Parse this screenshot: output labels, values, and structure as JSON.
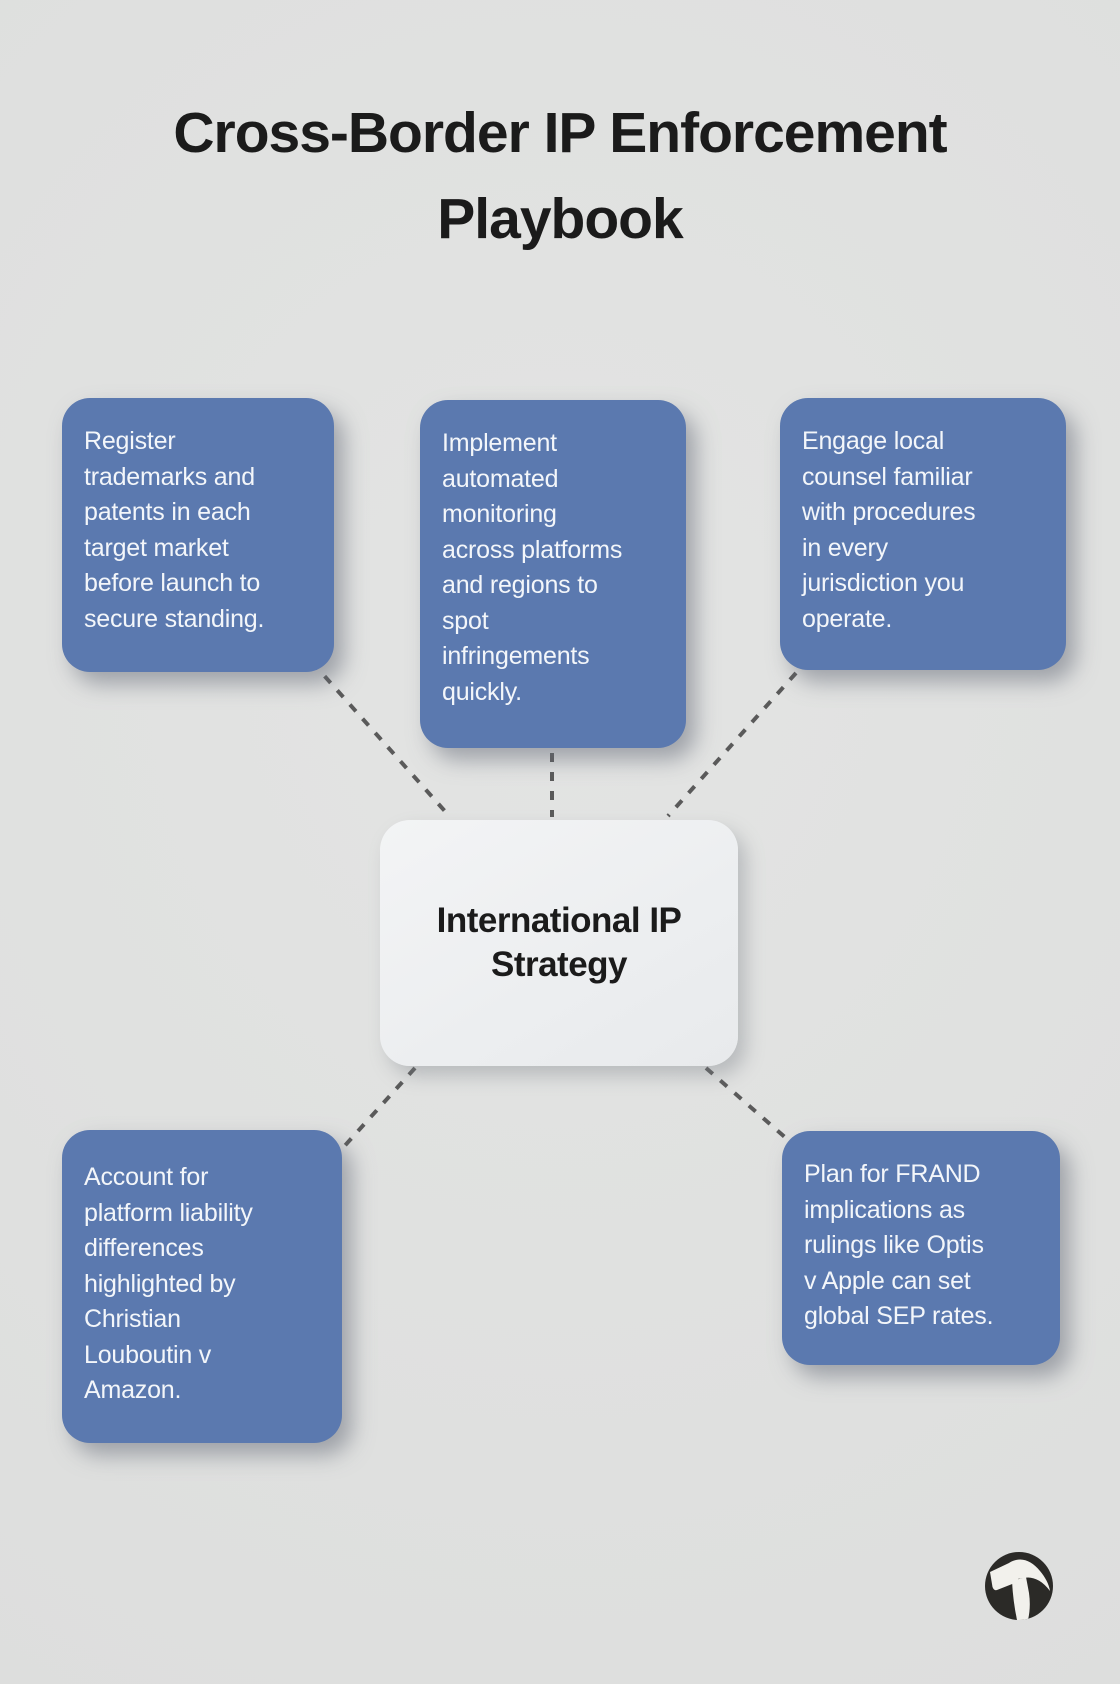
{
  "header": {
    "title": "Cross-Border IP Enforcement\nPlaybook"
  },
  "diagram": {
    "center_node": {
      "label": "International IP\nStrategy"
    },
    "nodes": [
      {
        "position": "top-left",
        "text": "Register\ntrademarks and\npatents in each\ntarget market\nbefore launch to\nsecure standing."
      },
      {
        "position": "top-middle",
        "text": "Implement\nautomated\nmonitoring\nacross platforms\nand regions to\nspot\ninfringements\nquickly."
      },
      {
        "position": "top-right",
        "text": "Engage local\ncounsel familiar\nwith procedures\nin every\njurisdiction you\noperate."
      },
      {
        "position": "bottom-left",
        "text": "Account for\nplatform liability\ndifferences\nhighlighted by\nChristian\nLouboutin v\nAmazon."
      },
      {
        "position": "bottom-right",
        "text": "Plan for FRAND\nimplications as\nrulings like Optis\nv Apple can set\nglobal SEP rates."
      }
    ]
  },
  "branding": {
    "logo_icon": "hammer-icon"
  },
  "colors": {
    "background": "#dfe0df",
    "node_fill": "#5b79af",
    "node_text": "#f3f6fa",
    "center_fill": "#eff1f3",
    "center_text": "#1b1b1b",
    "connector": "#5a5a5a",
    "title_text": "#1b1b1b",
    "logo_circle": "#2b2a27",
    "logo_glyph": "#f2f1ec"
  }
}
